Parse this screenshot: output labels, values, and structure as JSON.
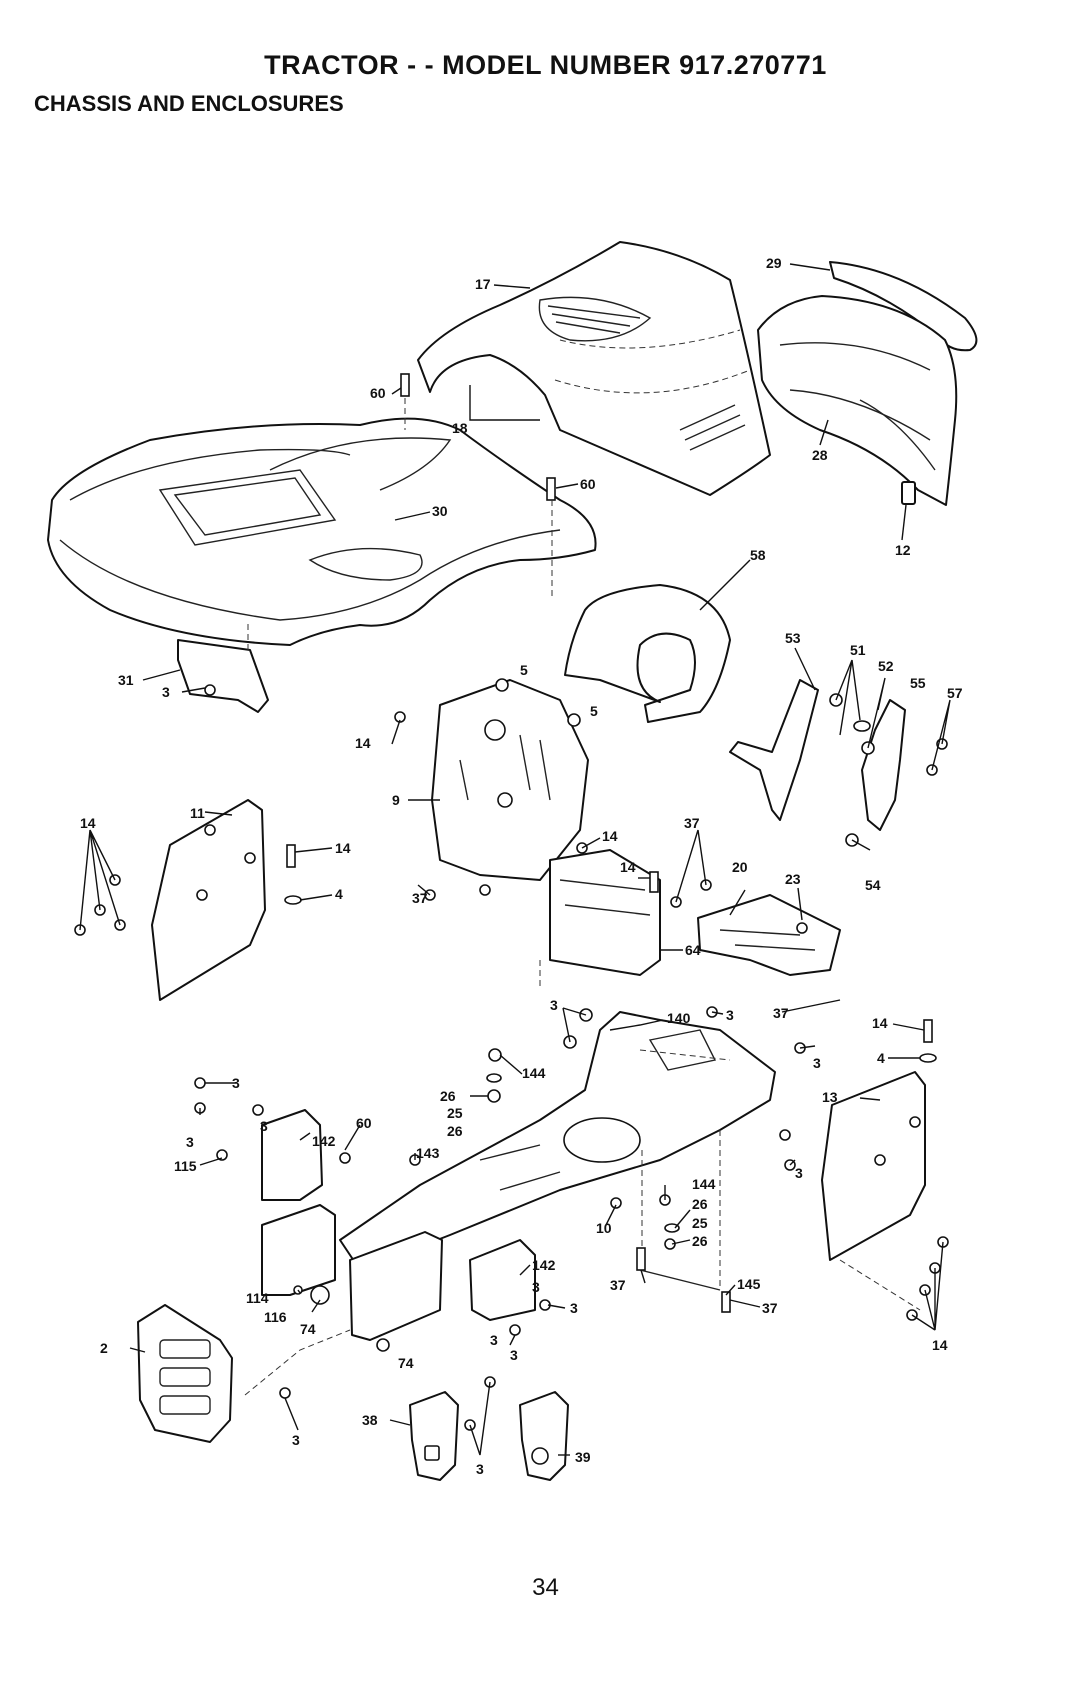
{
  "header": {
    "title": "TRACTOR - - MODEL NUMBER 917.270771",
    "subtitle": "CHASSIS AND ENCLOSURES"
  },
  "footer": {
    "page_number": "34"
  },
  "callouts": {
    "c17": "17",
    "c29": "29",
    "c60a": "60",
    "c18": "18",
    "c60b": "60",
    "c28": "28",
    "c30": "30",
    "c12": "12",
    "c58": "58",
    "c53": "53",
    "c51": "51",
    "c52": "52",
    "c55": "55",
    "c57": "57",
    "c31": "31",
    "c5a": "5",
    "c5b": "5",
    "c3a": "3",
    "c14a": "14",
    "c9": "9",
    "c11": "11",
    "c14b": "14",
    "c14c": "14",
    "c4a": "4",
    "c14d": "14",
    "c37a": "37",
    "c14e": "14",
    "c37b": "37",
    "c20": "20",
    "c23": "23",
    "c54": "54",
    "c64": "64",
    "c3b": "3",
    "c140": "140",
    "c3c": "3",
    "c37c": "37",
    "c14f": "14",
    "c4b": "4",
    "c3d": "3",
    "c144a": "144",
    "c26a": "26",
    "c25a": "25",
    "c26b": "26",
    "c13": "13",
    "c3e": "3",
    "c3f": "3",
    "c60c": "60",
    "c142a": "142",
    "c3g": "3",
    "c143": "143",
    "c115": "115",
    "c3h": "3",
    "c144b": "144",
    "c26c": "26",
    "c10": "10",
    "c25b": "25",
    "c26d": "26",
    "c142b": "142",
    "c37d": "37",
    "c145": "145",
    "c3i": "3",
    "c3j": "3",
    "c114": "114",
    "c116": "116",
    "c74a": "74",
    "c37e": "37",
    "c3k": "3",
    "c3l": "3",
    "c74b": "74",
    "c2": "2",
    "c14g": "14",
    "c3m": "3",
    "c38": "38",
    "c3n": "3",
    "c39": "39"
  }
}
